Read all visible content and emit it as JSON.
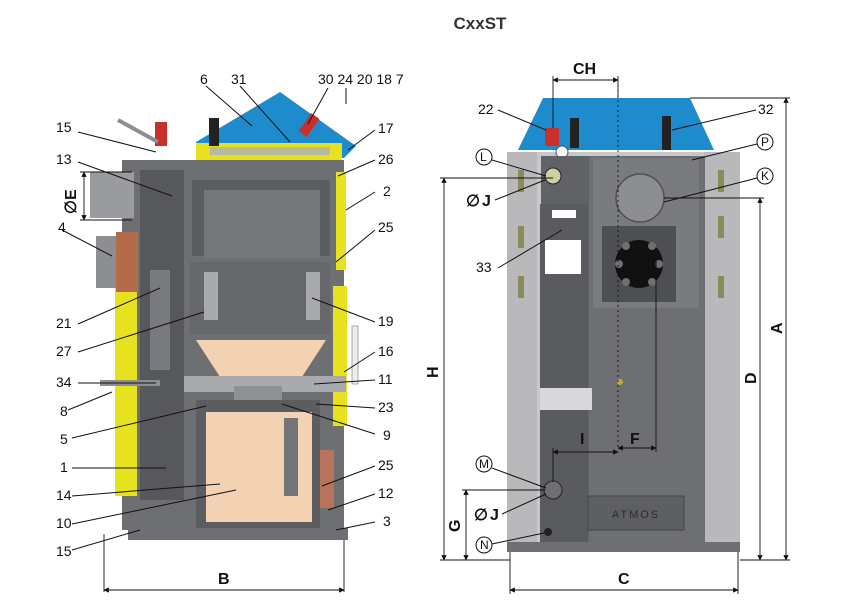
{
  "title": "CxxST",
  "side_view": {
    "callouts": {
      "c6": "6",
      "c31": "31",
      "c30_group": "30 24 20 18 7",
      "c15_top": "15",
      "c17": "17",
      "c13": "13",
      "c26": "26",
      "c2": "2",
      "c4": "4",
      "c25_top": "25",
      "c21": "21",
      "c19": "19",
      "c27": "27",
      "c16": "16",
      "c34": "34",
      "c11": "11",
      "c8": "8",
      "c23": "23",
      "c5": "5",
      "c9": "9",
      "c1": "1",
      "c25_bot": "25",
      "c14": "14",
      "c12": "12",
      "c10": "10",
      "c3": "3",
      "c15_bot": "15"
    },
    "dims": {
      "e": "E",
      "e_prefix": "∅",
      "b": "B"
    }
  },
  "front_view": {
    "callouts": {
      "c22": "22",
      "c32": "32",
      "c33": "33"
    },
    "circle_labels": {
      "l": "L",
      "p": "P",
      "k": "K",
      "m": "M",
      "n": "N"
    },
    "dims": {
      "ch": "CH",
      "j_top": "J",
      "j_bot": "J",
      "j_prefix": "∅",
      "h": "H",
      "a": "A",
      "d": "D",
      "i": "I",
      "f": "F",
      "g": "G",
      "c": "C"
    },
    "nameplate": "ATMOS"
  },
  "colors": {
    "steel": "#6e6f72",
    "steel_dark": "#4e4f52",
    "yellow": "#e6e31e",
    "blue": "#1e8bcd",
    "chamber": "#f2d2b2",
    "jacket": "#c8c8ca"
  }
}
